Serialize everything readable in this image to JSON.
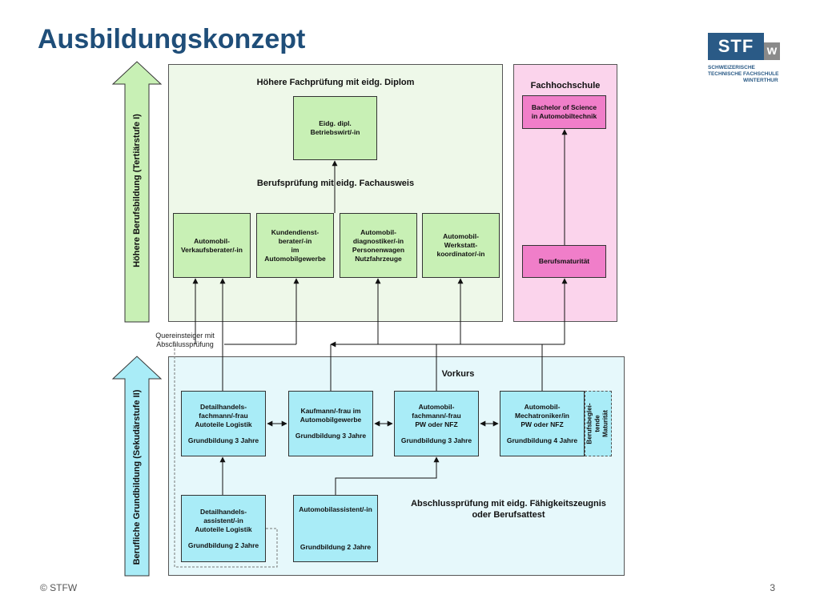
{
  "title": "Ausbildungskonzept",
  "footer": {
    "copyright": "© STFW",
    "page": "3"
  },
  "logo": {
    "main": "STF",
    "w": "w",
    "line1": "SCHWEIZERISCHE",
    "line2": "TECHNISCHE FACHSCHULE",
    "line3": "WINTERTHUR"
  },
  "arrows": {
    "tertiary": "Höhere Berufsbildung (Tertiärstufe I)",
    "secondary": "Berufliche Grundbildung (Sekudärstufe II)"
  },
  "green_panel": {
    "header_top": "Höhere Fachprüfung mit eidg. Diplom",
    "diplom_box": "Eidg. dipl.\nBetriebswirt/-in",
    "header_mid": "Berufsprüfung mit eidg. Fachausweis",
    "boxes": [
      "Automobil-\nVerkaufsberater/-in",
      "Kundendienst-\nberater/-in\nim\nAutomobilgewerbe",
      "Automobil-\ndiagnostiker/-in\nPersonenwagen\nNutzfahrzeuge",
      "Automobil-\nWerkstatt-\nkoordinator/-in"
    ]
  },
  "pink_panel": {
    "header": "Fachhochschule",
    "bachelor": "Bachelor of Science\nin Automobiltechnik",
    "maturitaet": "Berufsmaturität"
  },
  "quereinsteiger": "Quereinsteiger mit\nAbschlussprüfung",
  "cyan_panel": {
    "vorkurs": "Vorkurs",
    "boxes": [
      {
        "title": "Detailhandels-\nfachmann/-frau\nAutoteile Logistik",
        "duration": "Grundbildung 3 Jahre"
      },
      {
        "title": "Kaufmann/-frau im\nAutomobilgewerbe",
        "duration": "Grundbildung 3 Jahre"
      },
      {
        "title": "Automobil-\nfachmann/-frau\nPW oder NFZ",
        "duration": "Grundbildung 3 Jahre"
      },
      {
        "title": "Automobil-\nMechatroniker/in\nPW oder NFZ",
        "duration": "Grundbildung 4 Jahre"
      }
    ],
    "bm_side": "Berufsbeglei-\ntende Maturität",
    "bottom_boxes": [
      {
        "title": "Detailhandels-\nassistent/-in\nAutoteile Logistik",
        "duration": "Grundbildung 2 Jahre"
      },
      {
        "title": "Automobilassistent/-in",
        "duration": "Grundbildung 2 Jahre"
      }
    ],
    "abschluss": "Abschlussprüfung mit eidg. Fähigkeitszeugnis\noder Berufsattest"
  }
}
